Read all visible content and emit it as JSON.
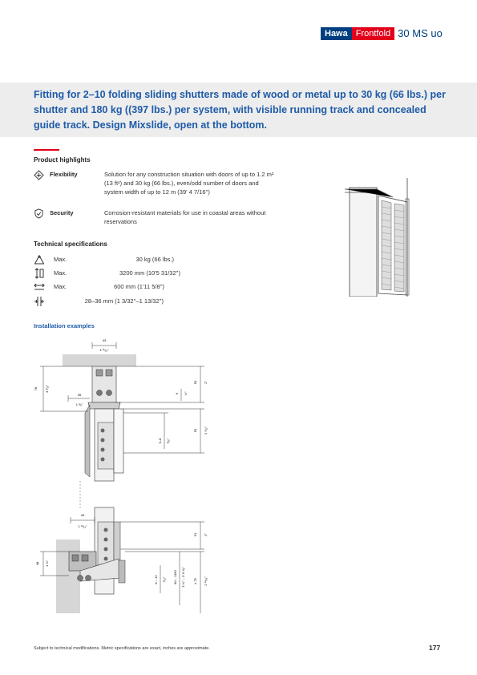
{
  "brand": {
    "hawa": "Hawa",
    "frontfold": "Frontfold",
    "model": "30 MS uo"
  },
  "headline": "Fitting for 2–10 folding sliding shutters made of wood or metal up to 30 kg (66 lbs.) per shutter and 180 kg ((397 lbs.) per system, with visible running track and concealed guide track. Design Mixslide, open at the bottom.",
  "highlights": {
    "title": "Product highlights",
    "items": [
      {
        "label": "Flexibility",
        "icon": "flexibility-icon",
        "text": "Solution for any construction situation with doors of up to 1.2 m² (13 ft²) and 30 kg (66 lbs.), even/odd number of doors and system width of up to 12 m (39' 4 7/16'')"
      },
      {
        "label": "Security",
        "icon": "shield-icon",
        "text": "Corrosion-resistant materials for use in coastal areas without reservations"
      }
    ]
  },
  "specs": {
    "title": "Technical specifications",
    "rows": [
      {
        "icon": "weight-icon",
        "label": "Max.",
        "value": "30 kg (66 lbs.)"
      },
      {
        "icon": "height-icon",
        "label": "Max.",
        "value": "3200 mm (10'5 31/32'')"
      },
      {
        "icon": "width-icon",
        "label": "Max.",
        "value": "600 mm (1'11 5/8'')"
      },
      {
        "icon": "thickness-icon",
        "label": "",
        "value": "28–36 mm (1 3/32''–1 13/32'')"
      }
    ]
  },
  "installation": {
    "title": "Installation examples",
    "dims": {
      "top_width": "43",
      "top_width_in": "1 ¹¹⁄₁₆\"",
      "left_height": "78",
      "left_height_in": "3 ¹⁄₁₆\"",
      "offset": "35",
      "offset_in": "1 ³⁄₈\"",
      "right_top": "50",
      "right_top_in": "2\"",
      "gap": "6",
      "gap_in": "¼\"",
      "mid": "59",
      "mid_in": "2 ⁵⁄₁₆\"",
      "small": "5–8",
      "small_in": "³⁄₁₆\"",
      "bot_width": "43",
      "bot_width_in": "1 ¹¹⁄₁₆\"",
      "bot_left": "48",
      "bot_left_in": "1 ⅞\"",
      "bot_right_top": "51",
      "bot_right_top_in": "2\"",
      "bot_right_mid": "80 – 1160",
      "bot_right_mid_in": "3 ⅛\" – 3' 9 ⁵⁄₈\"",
      "bot_right_low": "8 – 12",
      "bot_right_low_in": "⁵⁄₁₆\"",
      "bot_right_far": "≥ 75",
      "bot_right_far_in": "2 ¹⁵⁄₁₆\""
    }
  },
  "footer": {
    "note": "Subject to technical modifications. Metric specifications are exact, inches are approximate.",
    "page": "177"
  },
  "colors": {
    "hawa_blue": "#003f7f",
    "frontfold_red": "#e2001a",
    "headline_blue": "#1e5ba8",
    "band_gray": "#ededed"
  }
}
